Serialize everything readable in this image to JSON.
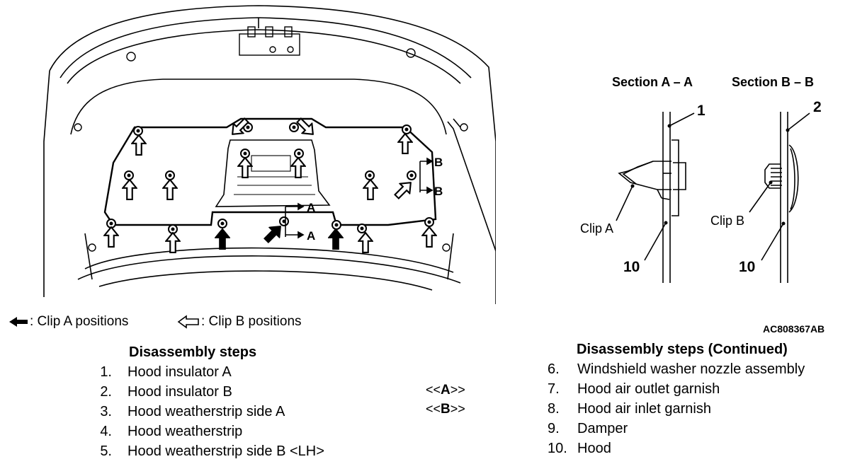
{
  "diagram": {
    "code": "AC808367AB",
    "legend": {
      "clip_a": ": Clip A positions",
      "clip_b": ": Clip B positions"
    },
    "section_marks": {
      "a": "A",
      "b": "B"
    },
    "sections": {
      "a_title": "Section A – A",
      "b_title": "Section B – B",
      "clip_a_label": "Clip A",
      "clip_b_label": "Clip B",
      "num_1": "1",
      "num_2": "2",
      "num_10a": "10",
      "num_10b": "10"
    }
  },
  "steps_left": {
    "title": "Disassembly steps",
    "items": [
      {
        "num": "1.",
        "label": "Hood insulator A"
      },
      {
        "num": "2.",
        "label": "Hood insulator B"
      },
      {
        "num": "3.",
        "label": "Hood weatherstrip side A"
      },
      {
        "num": "4.",
        "label": "Hood weatherstrip"
      },
      {
        "num": "5.",
        "label": "Hood weatherstrip side B <LH>"
      }
    ],
    "tags": [
      {
        "pre": "<<",
        "letter": "A",
        "post": ">>"
      },
      {
        "pre": "<<",
        "letter": "B",
        "post": ">>"
      }
    ]
  },
  "steps_right": {
    "title": "Disassembly steps (Continued)",
    "items": [
      {
        "num": "6.",
        "label": "Windshield washer nozzle assembly"
      },
      {
        "num": "7.",
        "label": "Hood air outlet garnish"
      },
      {
        "num": "8.",
        "label": "Hood air inlet garnish"
      },
      {
        "num": "9.",
        "label": "Damper"
      },
      {
        "num": "10.",
        "label": "Hood"
      }
    ]
  }
}
